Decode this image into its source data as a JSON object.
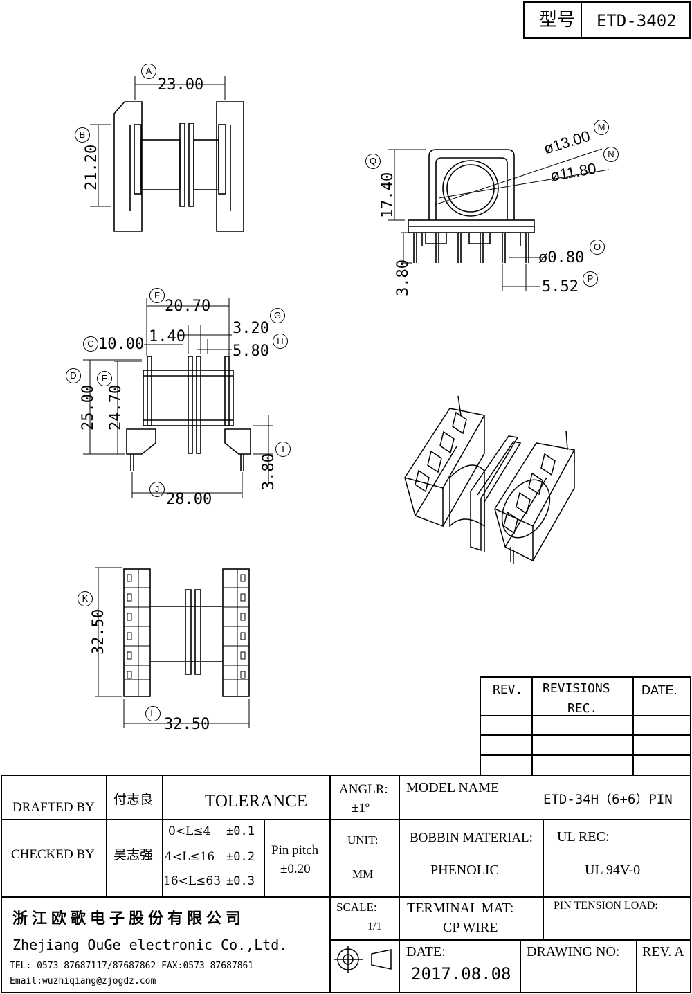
{
  "header": {
    "model_label": "型号",
    "model_value": "ETD-3402"
  },
  "dims": {
    "A": {
      "letter": "A",
      "value": "23.00"
    },
    "B": {
      "letter": "B",
      "value": "21.20"
    },
    "Q": {
      "letter": "Q",
      "value": "17.40"
    },
    "M": {
      "letter": "M",
      "value": "ø13.00"
    },
    "N": {
      "letter": "N",
      "value": "ø11.80"
    },
    "O": {
      "letter": "O",
      "value": "ø0.80"
    },
    "P": {
      "letter": "P",
      "value": "5.52"
    },
    "pin_len_side": "3.80",
    "F": {
      "letter": "F",
      "value": "20.70"
    },
    "G": {
      "letter": "G",
      "value": "3.20"
    },
    "C": {
      "letter": "C",
      "value": "10.00"
    },
    "gap": "1.40",
    "H": {
      "letter": "H",
      "value": "5.80"
    },
    "D": {
      "letter": "D",
      "value": "25.00"
    },
    "E": {
      "letter": "E",
      "value": "24.70"
    },
    "I": {
      "letter": "I",
      "value": "3.80"
    },
    "J": {
      "letter": "J",
      "value": "28.00"
    },
    "K": {
      "letter": "K",
      "value": "32.50"
    },
    "L": {
      "letter": "L",
      "value": "32.50"
    }
  },
  "revisions": {
    "rev": "REV.",
    "rec_line1": "REVISIONS",
    "rec_line2": "REC.",
    "date": "DATE."
  },
  "title_block": {
    "drafted_by_label": "DRAFTED BY",
    "drafted_by_value": "付志良",
    "checked_by_label": "CHECKED BY",
    "checked_by_value": "吴志强",
    "tolerance_label": "TOLERANCE",
    "tol_1": "0<L≤4",
    "tol_1v": "±0.1",
    "tol_2": "4<L≤16",
    "tol_2v": "±0.2",
    "tol_3": "16<L≤63",
    "tol_3v": "±0.3",
    "pin_pitch_label": "Pin pitch",
    "pin_pitch_value": "±0.20",
    "angle_label": "ANGLR:",
    "angle_value": "±1º",
    "unit_label": "UNIT:",
    "unit_value": "MM",
    "scale_label": "SCALE:",
    "scale_value": "1/1",
    "model_name_label": "MODEL NAME",
    "model_name_value": "ETD-34H（6+6）PIN",
    "bobbin_label": "BOBBIN MATERIAL:",
    "bobbin_value": "PHENOLIC",
    "ul_label": "UL REC:",
    "ul_value": "UL 94V-0",
    "terminal_label": "TERMINAL MAT:",
    "terminal_value": "CP  WIRE",
    "tension_label": "PIN  TENSION  LOAD:",
    "date_label": "DATE:",
    "date_value": "2017.08.08",
    "drawing_no_label": "DRAWING NO:",
    "rev_label": "REV. A"
  },
  "company": {
    "name_cn": "浙江欧歌电子股份有限公司",
    "name_en": "Zhejiang OuGe electronic Co.,Ltd.",
    "tel": "TEL: 0573-87687117/87687862  FAX:0573-87687861",
    "email": "Email:wuzhiqiang@zjogdz.com"
  }
}
